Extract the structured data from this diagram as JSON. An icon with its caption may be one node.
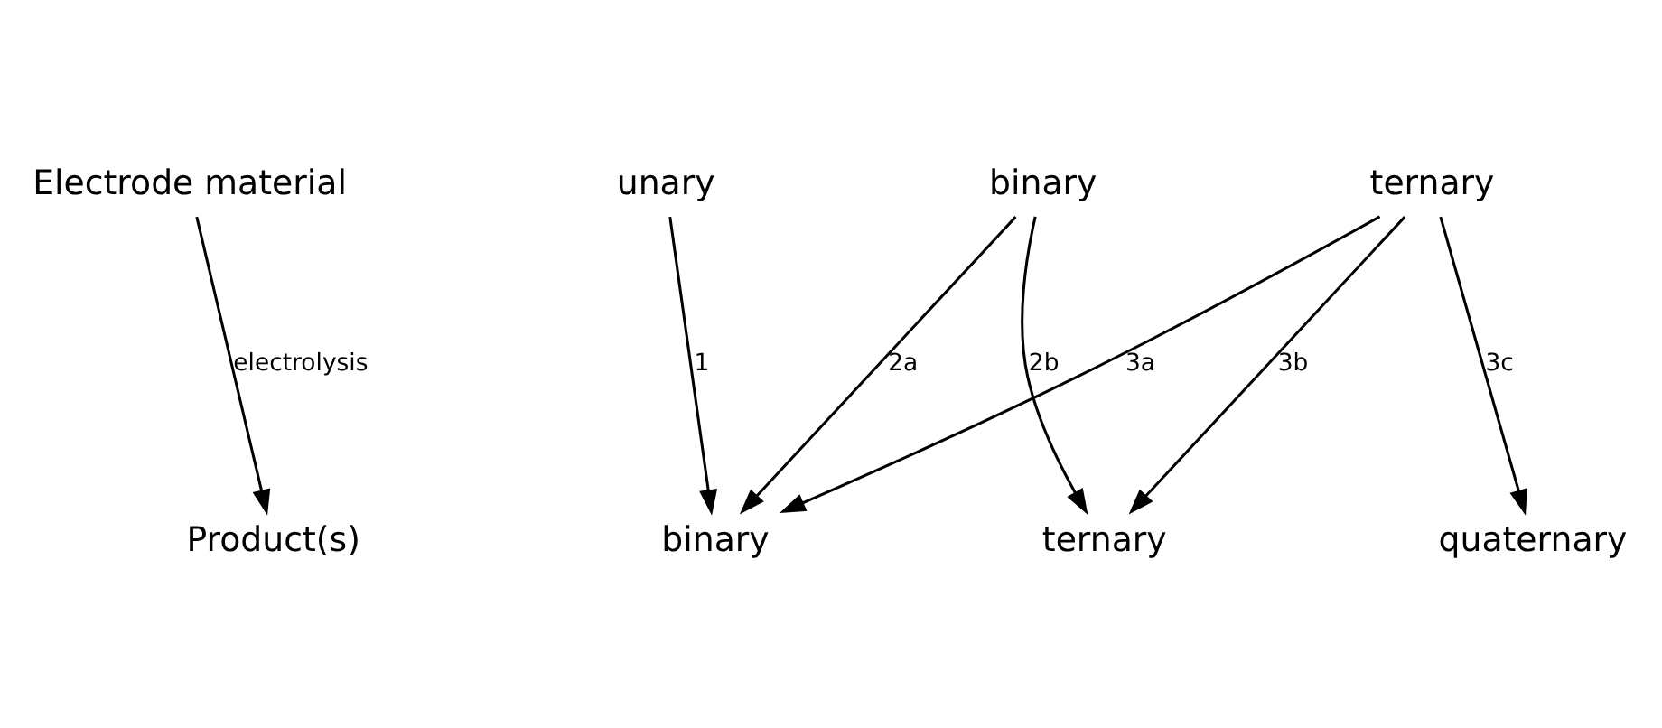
{
  "diagram": {
    "nodes": [
      {
        "text": [
          "Electrode material"
        ]
      },
      {
        "text": [
          "Product(s)"
        ]
      },
      {
        "text": [
          "unary"
        ]
      },
      {
        "text": [
          "binary"
        ]
      },
      {
        "text": [
          "ternary"
        ]
      },
      {
        "text": [
          "binary"
        ]
      },
      {
        "text": [
          "ternary"
        ]
      },
      {
        "text": [
          "quaternary"
        ]
      }
    ],
    "edges": [
      {
        "from": 0,
        "to": 1,
        "arrow": "to",
        "label": "electrolysis"
      },
      {
        "from": 2,
        "to": 5,
        "arrow": "to",
        "label": "1"
      },
      {
        "from": 3,
        "to": 5,
        "arrow": "to",
        "label": "2a"
      },
      {
        "from": 3,
        "to": 6,
        "arrow": "to",
        "label": "2b"
      },
      {
        "from": 4,
        "to": 5,
        "arrow": "to",
        "label": "3a"
      },
      {
        "from": 4,
        "to": 6,
        "arrow": "to",
        "label": "3b"
      },
      {
        "from": 4,
        "to": 7,
        "arrow": "to",
        "label": "3c"
      }
    ]
  }
}
